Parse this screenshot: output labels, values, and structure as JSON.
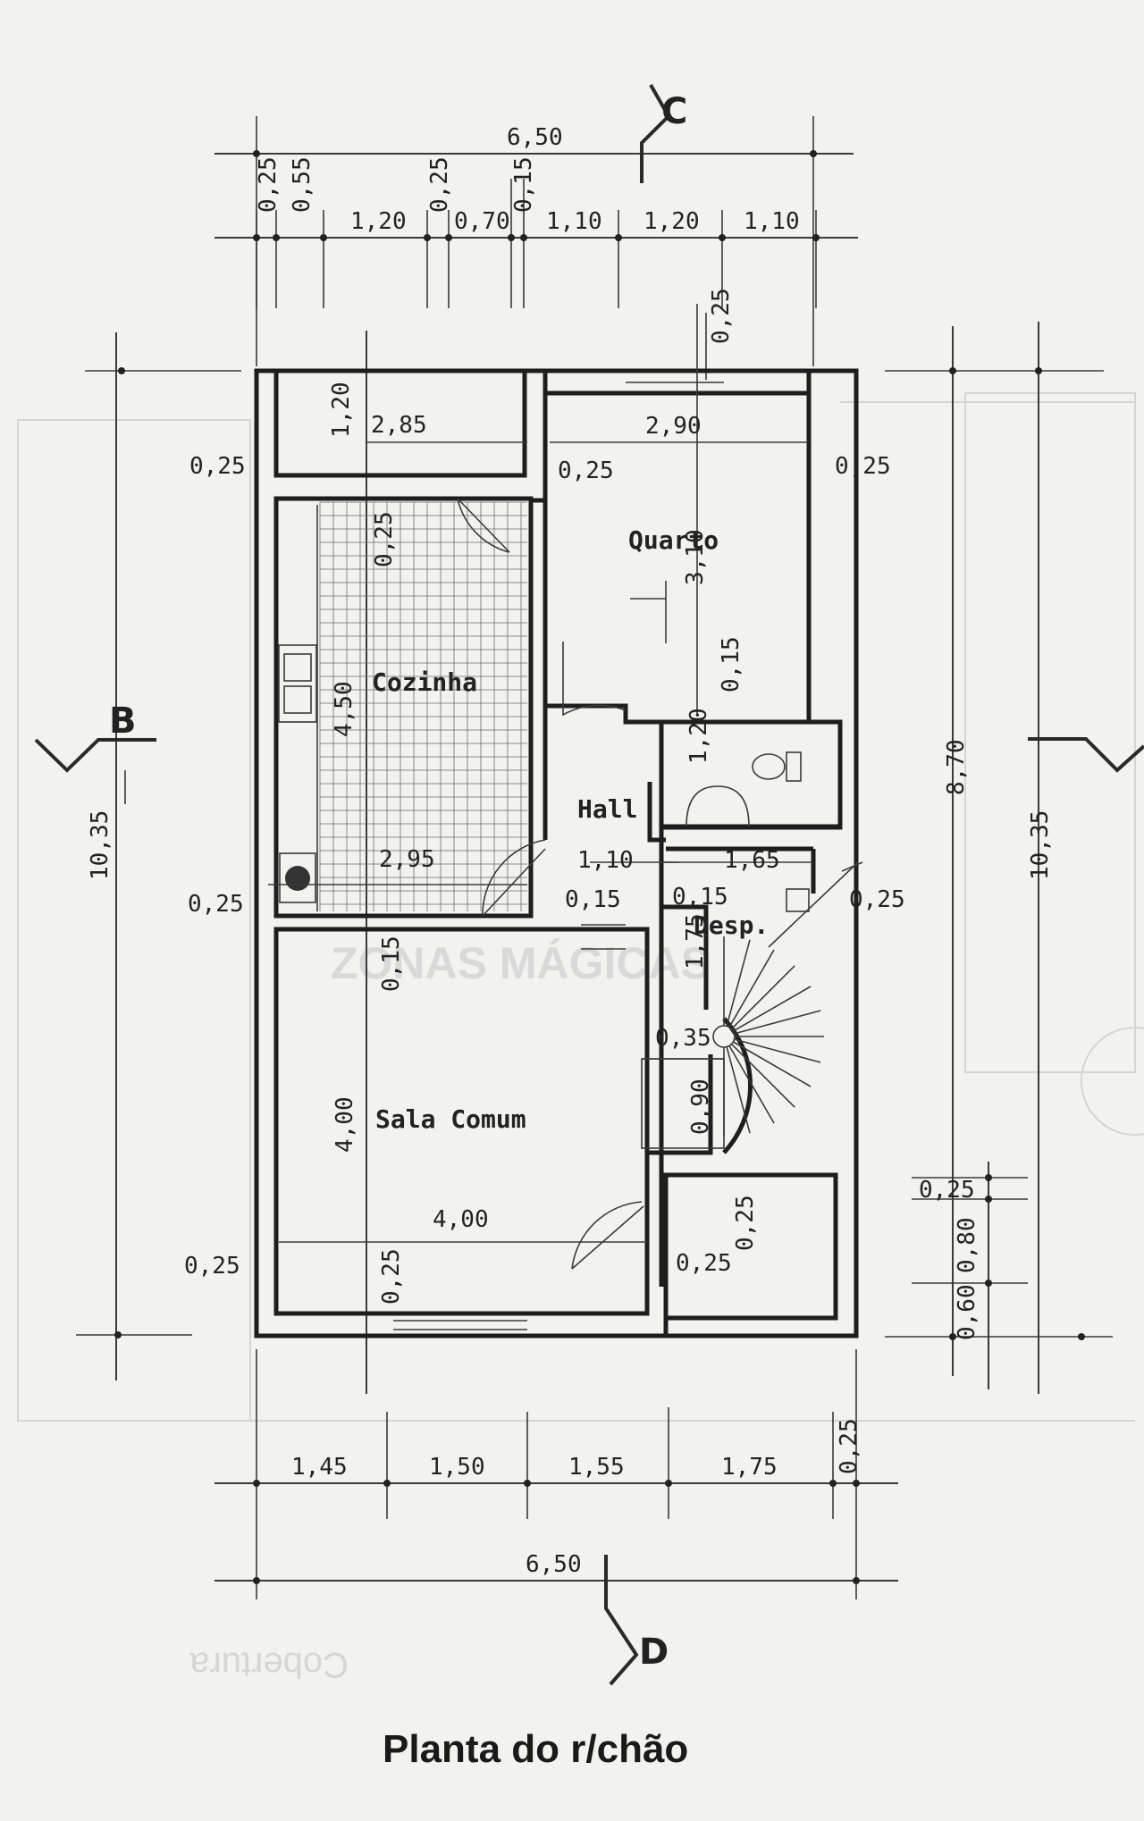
{
  "title": "Planta do r/chão",
  "background_word": "Cobertura",
  "watermark": "ZONAS MÁGICAS",
  "section_marks": {
    "top": "C",
    "left": "B",
    "bottom": "D"
  },
  "rooms": {
    "cozinha": "Cozinha",
    "quarto": "Quarto",
    "hall": "Hall",
    "desp": "Desp.",
    "sala": "Sala Comum"
  },
  "dimensions": {
    "top_total": "6,50",
    "top_parts": [
      "0,25",
      "0,55",
      "1,20",
      "0,25",
      "0,70",
      "0,15",
      "1,10",
      "1,20",
      "1,10"
    ],
    "bottom_parts": [
      "1,45",
      "1,50",
      "1,55",
      "1,75",
      "0,25"
    ],
    "bottom_total": "6,50",
    "left_total": "10,35",
    "right_total": "10,35",
    "right_inner": "8,70",
    "right_small": [
      "0,25",
      "0,80",
      "0,60"
    ],
    "top_right_vertical": "0,25",
    "interior": {
      "terrace_h": "1,20",
      "terrace_w": "2,85",
      "wall_left_top": "0,25",
      "wall_mid_top": "0,25",
      "wall_right_top": "0,25",
      "cozinha_v_small": "0,25",
      "quarto_w": "2,90",
      "quarto_h": "3,10",
      "quarto_wall": "0,15",
      "cozinha_h": "4,50",
      "cozinha_w": "2,95",
      "wc_h": "1,20",
      "hall_w": "1,10",
      "wc_w": "1,65",
      "wall_left_mid": "0,25",
      "wall_hall_1": "0,15",
      "wall_hall_2": "0,15",
      "wall_right_mid": "0,25",
      "sala_wall": "0,15",
      "desp_h": "1,75",
      "stair_1": "0,35",
      "stair_2": "0,90",
      "sala_h": "4,00",
      "sala_w": "4,00",
      "wall_left_bottom": "0,25",
      "sala_bottom_wall": "0,25",
      "lower_right_v": "0,25",
      "lower_right_h": "0,25"
    }
  }
}
